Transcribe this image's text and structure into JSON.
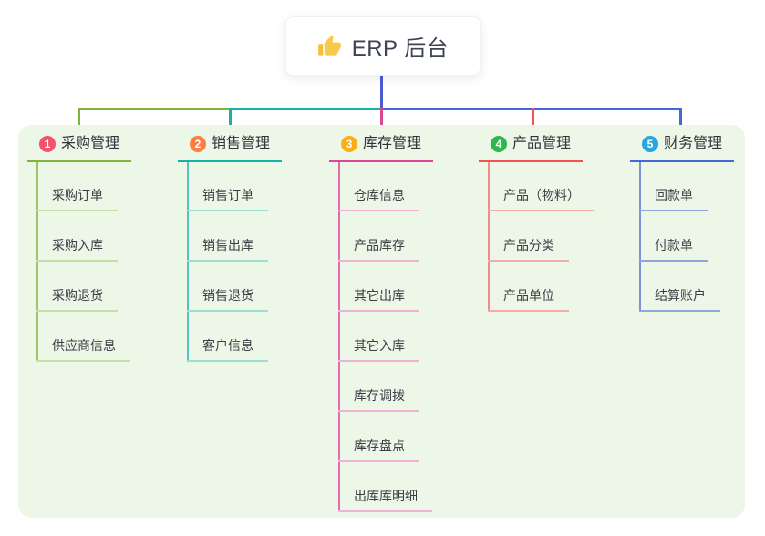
{
  "root": {
    "icon": "thumbs-up",
    "label": "ERP 后台"
  },
  "colors": {
    "canvas_bg": "#ffffff",
    "panel_bg": "#ecf7e8",
    "root_line": "#4d5bd3",
    "root_text": "#3d4452",
    "title_text": "#30353c",
    "item_text": "#3a3f45",
    "icon_gold": "#f5c033"
  },
  "branches": [
    {
      "num": "1",
      "title": "采购管理",
      "badge_color": "#f4516c",
      "line_color": "#7db63f",
      "vline_color": "#9dc468",
      "sub_line_color": "#c4e0a6",
      "items": [
        "采购订单",
        "采购入库",
        "采购退货",
        "供应商信息"
      ]
    },
    {
      "num": "2",
      "title": "销售管理",
      "badge_color": "#fd7e44",
      "line_color": "#14b3a6",
      "vline_color": "#52c5ba",
      "sub_line_color": "#9edcd6",
      "items": [
        "销售订单",
        "销售出库",
        "销售退货",
        "客户信息"
      ]
    },
    {
      "num": "3",
      "title": "库存管理",
      "badge_color": "#fbaf17",
      "line_color": "#dc4795",
      "vline_color": "#e26aae",
      "sub_line_color": "#f0b2d3",
      "items": [
        "仓库信息",
        "产品库存",
        "其它出库",
        "其它入库",
        "库存调拨",
        "库存盘点",
        "出库库明细"
      ]
    },
    {
      "num": "4",
      "title": "产品管理",
      "badge_color": "#2eb74e",
      "line_color": "#f05352",
      "vline_color": "#ef8d8a",
      "sub_line_color": "#f4aca9",
      "items": [
        "产品（物料）",
        "产品分类",
        "产品单位"
      ]
    },
    {
      "num": "5",
      "title": "财务管理",
      "badge_color": "#27a7e2",
      "line_color": "#4468d5",
      "vline_color": "#7d92d8",
      "sub_line_color": "#93a5dd",
      "items": [
        "回款单",
        "付款单",
        "结算账户"
      ]
    }
  ]
}
